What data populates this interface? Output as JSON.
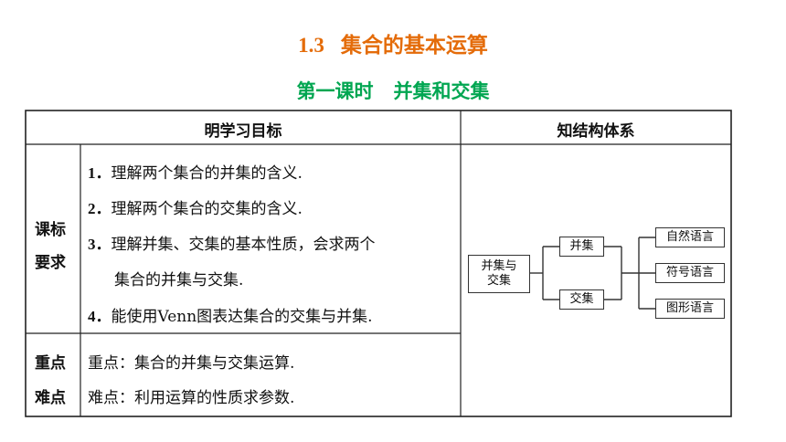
{
  "title": {
    "number": "1.3",
    "text": "集合的基本运算"
  },
  "subtitle": {
    "left": "第一课时",
    "right": "并集和交集"
  },
  "table": {
    "left_header": "明学习目标",
    "right_header": "知结构体系",
    "row1_label_line1": "课标",
    "row1_label_line2": "要求",
    "items": [
      {
        "num": "1．",
        "text": "理解两个集合的并集的含义."
      },
      {
        "num": "2．",
        "text": "理解两个集合的交集的含义."
      },
      {
        "num": "3．",
        "text": "理解并集、交集的基本性质，会求两个"
      },
      {
        "num": "",
        "text": "集合的并集与交集."
      },
      {
        "num": "4．",
        "text": "能使用Venn图表达集合的交集与并集."
      }
    ],
    "row2_label_line1": "重点",
    "row2_label_line2": "难点",
    "key_point": "重点：集合的并集与交集运算.",
    "difficulty": "难点：利用运算的性质求参数."
  },
  "diagram": {
    "root": "并集与\n交集",
    "branch_union": "并集",
    "branch_intersection": "交集",
    "leaves": [
      "自然语言",
      "符号语言",
      "图形语言"
    ]
  },
  "colors": {
    "title": "#e46c0a",
    "subtitle": "#00a651"
  }
}
